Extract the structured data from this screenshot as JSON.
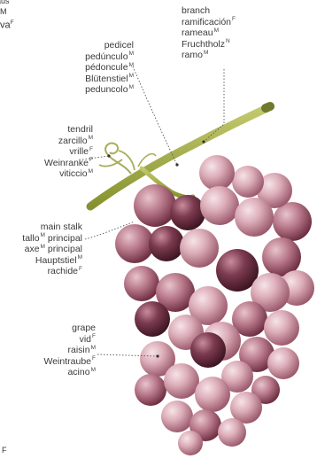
{
  "edge_fragments": {
    "top": "aus",
    "second": "M",
    "third": "va",
    "third_gender": "F",
    "bottom": "F"
  },
  "labels": {
    "branch": [
      {
        "text": "branch",
        "g": ""
      },
      {
        "text": "ramificación",
        "g": "F"
      },
      {
        "text": "rameau",
        "g": "M"
      },
      {
        "text": "Fruchtholz",
        "g": "N"
      },
      {
        "text": "ramo",
        "g": "M"
      }
    ],
    "pedicel": [
      {
        "text": "pedicel",
        "g": ""
      },
      {
        "text": "pedúnculo",
        "g": "M"
      },
      {
        "text": "pédoncule",
        "g": "M"
      },
      {
        "text": "Blütenstiel",
        "g": "M"
      },
      {
        "text": "peduncolo",
        "g": "M"
      }
    ],
    "tendril": [
      {
        "text": "tendril",
        "g": ""
      },
      {
        "text": "zarcillo",
        "g": "M"
      },
      {
        "text": "vrille",
        "g": "F"
      },
      {
        "text": "Weinranke",
        "g": "F"
      },
      {
        "text": "viticcio",
        "g": "M"
      }
    ],
    "main_stalk": [
      {
        "text": "main stalk",
        "g": ""
      },
      {
        "text": "tallo",
        "g": "M",
        "after": " principal"
      },
      {
        "text": "axe",
        "g": "M",
        "after": " principal"
      },
      {
        "text": "Hauptstiel",
        "g": "M"
      },
      {
        "text": "rachide",
        "g": "F"
      }
    ],
    "grape": [
      {
        "text": "grape",
        "g": ""
      },
      {
        "text": "vid",
        "g": "F"
      },
      {
        "text": "raisin",
        "g": "M"
      },
      {
        "text": "Weintraube",
        "g": "F"
      },
      {
        "text": "acino",
        "g": "M"
      }
    ]
  },
  "colors": {
    "grape_light": "#f0d6dc",
    "grape_mid": "#c9909e",
    "grape_dark": "#6e2f43",
    "stem": "#a8ad58",
    "stem_dark": "#7d8a35",
    "leader": "#555555"
  }
}
